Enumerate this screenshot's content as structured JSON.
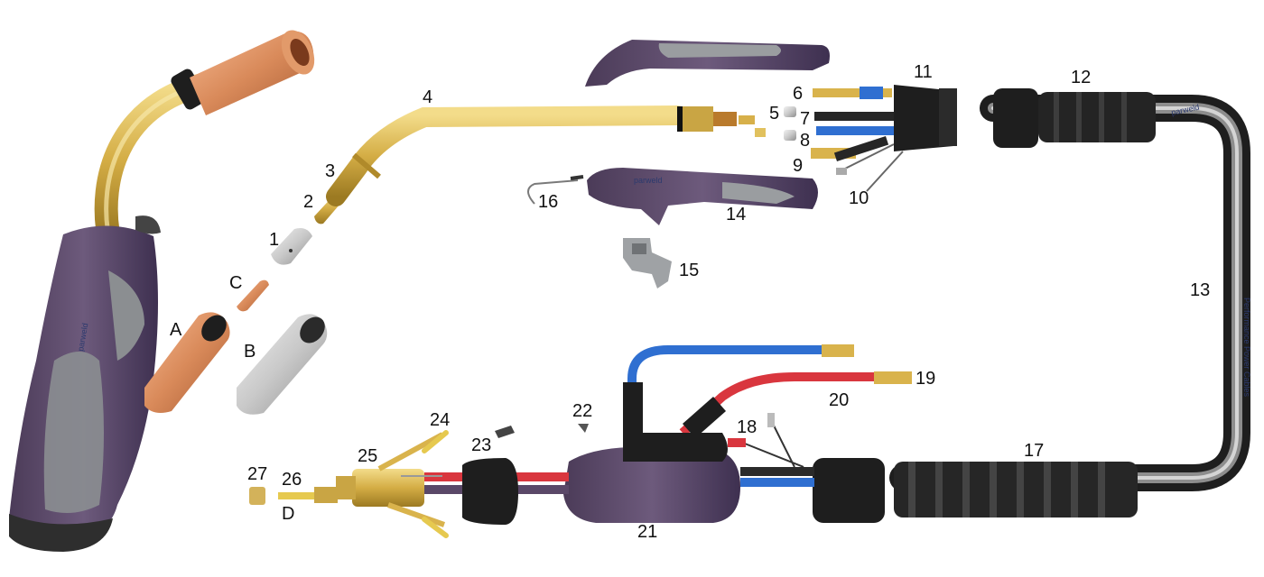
{
  "diagram": {
    "labels": {
      "p1": "1",
      "p2": "2",
      "p3": "3",
      "p4": "4",
      "p5": "5",
      "p6": "6",
      "p7": "7",
      "p8": "8",
      "p9": "9",
      "p10": "10",
      "p11": "11",
      "p12": "12",
      "p13": "13",
      "p14": "14",
      "p15": "15",
      "p16": "16",
      "p17": "17",
      "p18": "18",
      "p19": "19",
      "p20": "20",
      "p21": "21",
      "p22": "22",
      "p23": "23",
      "p24": "24",
      "p25": "25",
      "p26": "26",
      "p27": "27",
      "pA": "A",
      "pB": "B",
      "pC": "C",
      "pD": "D"
    },
    "brand_text": "parweld",
    "cable_text": "Performance Power Cables"
  },
  "colors": {
    "purple": "#5a4868",
    "purple_dark": "#3e3050",
    "grey": "#8a8d8f",
    "brass": "#d6b24a",
    "copper": "#d98a5a",
    "red_hose": "#d9363e",
    "blue_hose": "#2f6fd1",
    "black": "#1e1e1e"
  }
}
